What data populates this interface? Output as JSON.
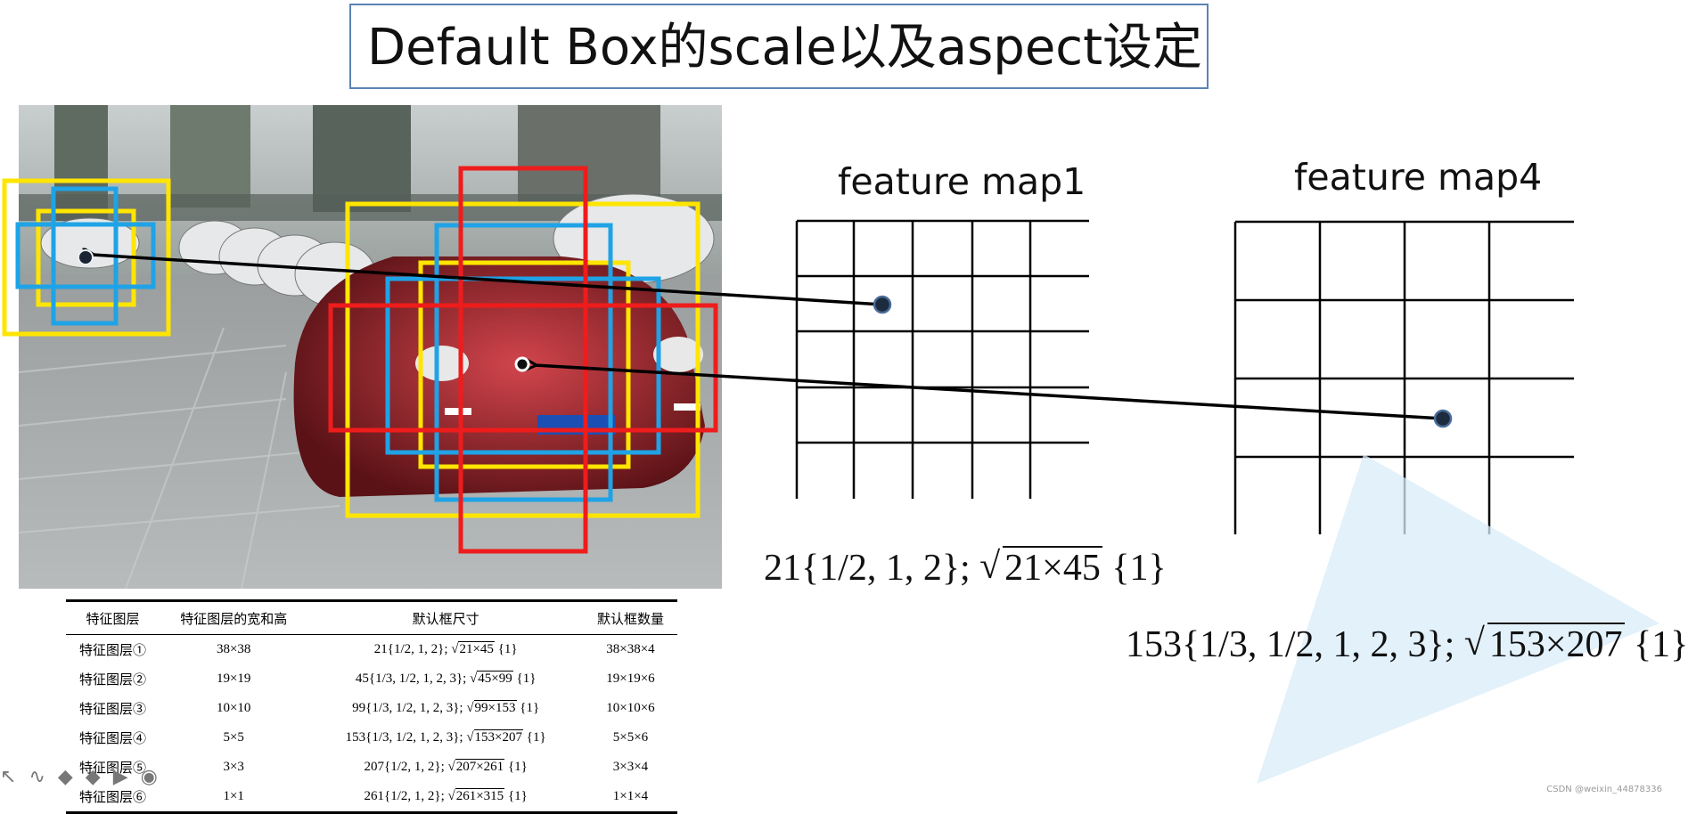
{
  "title": "Default Box的scale以及aspect设定",
  "feature_maps": [
    {
      "label": "feature map1",
      "grid_cols": 5,
      "grid_rows": 5,
      "formula_scale": "21{1/2, 1, 2};",
      "formula_root": "21×45",
      "formula_tail": "{1}"
    },
    {
      "label": "feature map4",
      "grid_cols": 4,
      "grid_rows": 4,
      "formula_scale": "153{1/3, 1/2, 1, 2, 3};",
      "formula_root": "153×207",
      "formula_tail": "{1}"
    }
  ],
  "table": {
    "headers": [
      "特征图层",
      "特征图层的宽和高",
      "默认框尺寸",
      "默认框数量"
    ],
    "rows": [
      {
        "layer": "特征图层①",
        "size": "38×38",
        "scale": "21{1/2, 1, 2};",
        "root": "21×45",
        "tail": "{1}",
        "count": "38×38×4"
      },
      {
        "layer": "特征图层②",
        "size": "19×19",
        "scale": "45{1/3, 1/2, 1, 2, 3};",
        "root": "45×99",
        "tail": "{1}",
        "count": "19×19×6"
      },
      {
        "layer": "特征图层③",
        "size": "10×10",
        "scale": "99{1/3, 1/2, 1, 2, 3};",
        "root": "99×153",
        "tail": "{1}",
        "count": "10×10×6"
      },
      {
        "layer": "特征图层④",
        "size": "5×5",
        "scale": "153{1/3, 1/2, 1, 2, 3};",
        "root": "153×207",
        "tail": "{1}",
        "count": "5×5×6"
      },
      {
        "layer": "特征图层⑤",
        "size": "3×3",
        "scale": "207{1/2, 1, 2};",
        "root": "207×261",
        "tail": "{1}",
        "count": "3×3×4"
      },
      {
        "layer": "特征图层⑥",
        "size": "1×1",
        "scale": "261{1/2, 1, 2};",
        "root": "261×315",
        "tail": "{1}",
        "count": "1×1×4"
      }
    ]
  },
  "box_colors": {
    "yellow": "#ffe500",
    "blue": "#1fa3e6",
    "red": "#ee1c1c"
  },
  "toolbar_icons": [
    "pointer-icon",
    "pen-icon",
    "highlighter-icon",
    "eraser-icon",
    "play-icon",
    "record-icon"
  ],
  "watermark": "CSDN @weixin_44878336"
}
